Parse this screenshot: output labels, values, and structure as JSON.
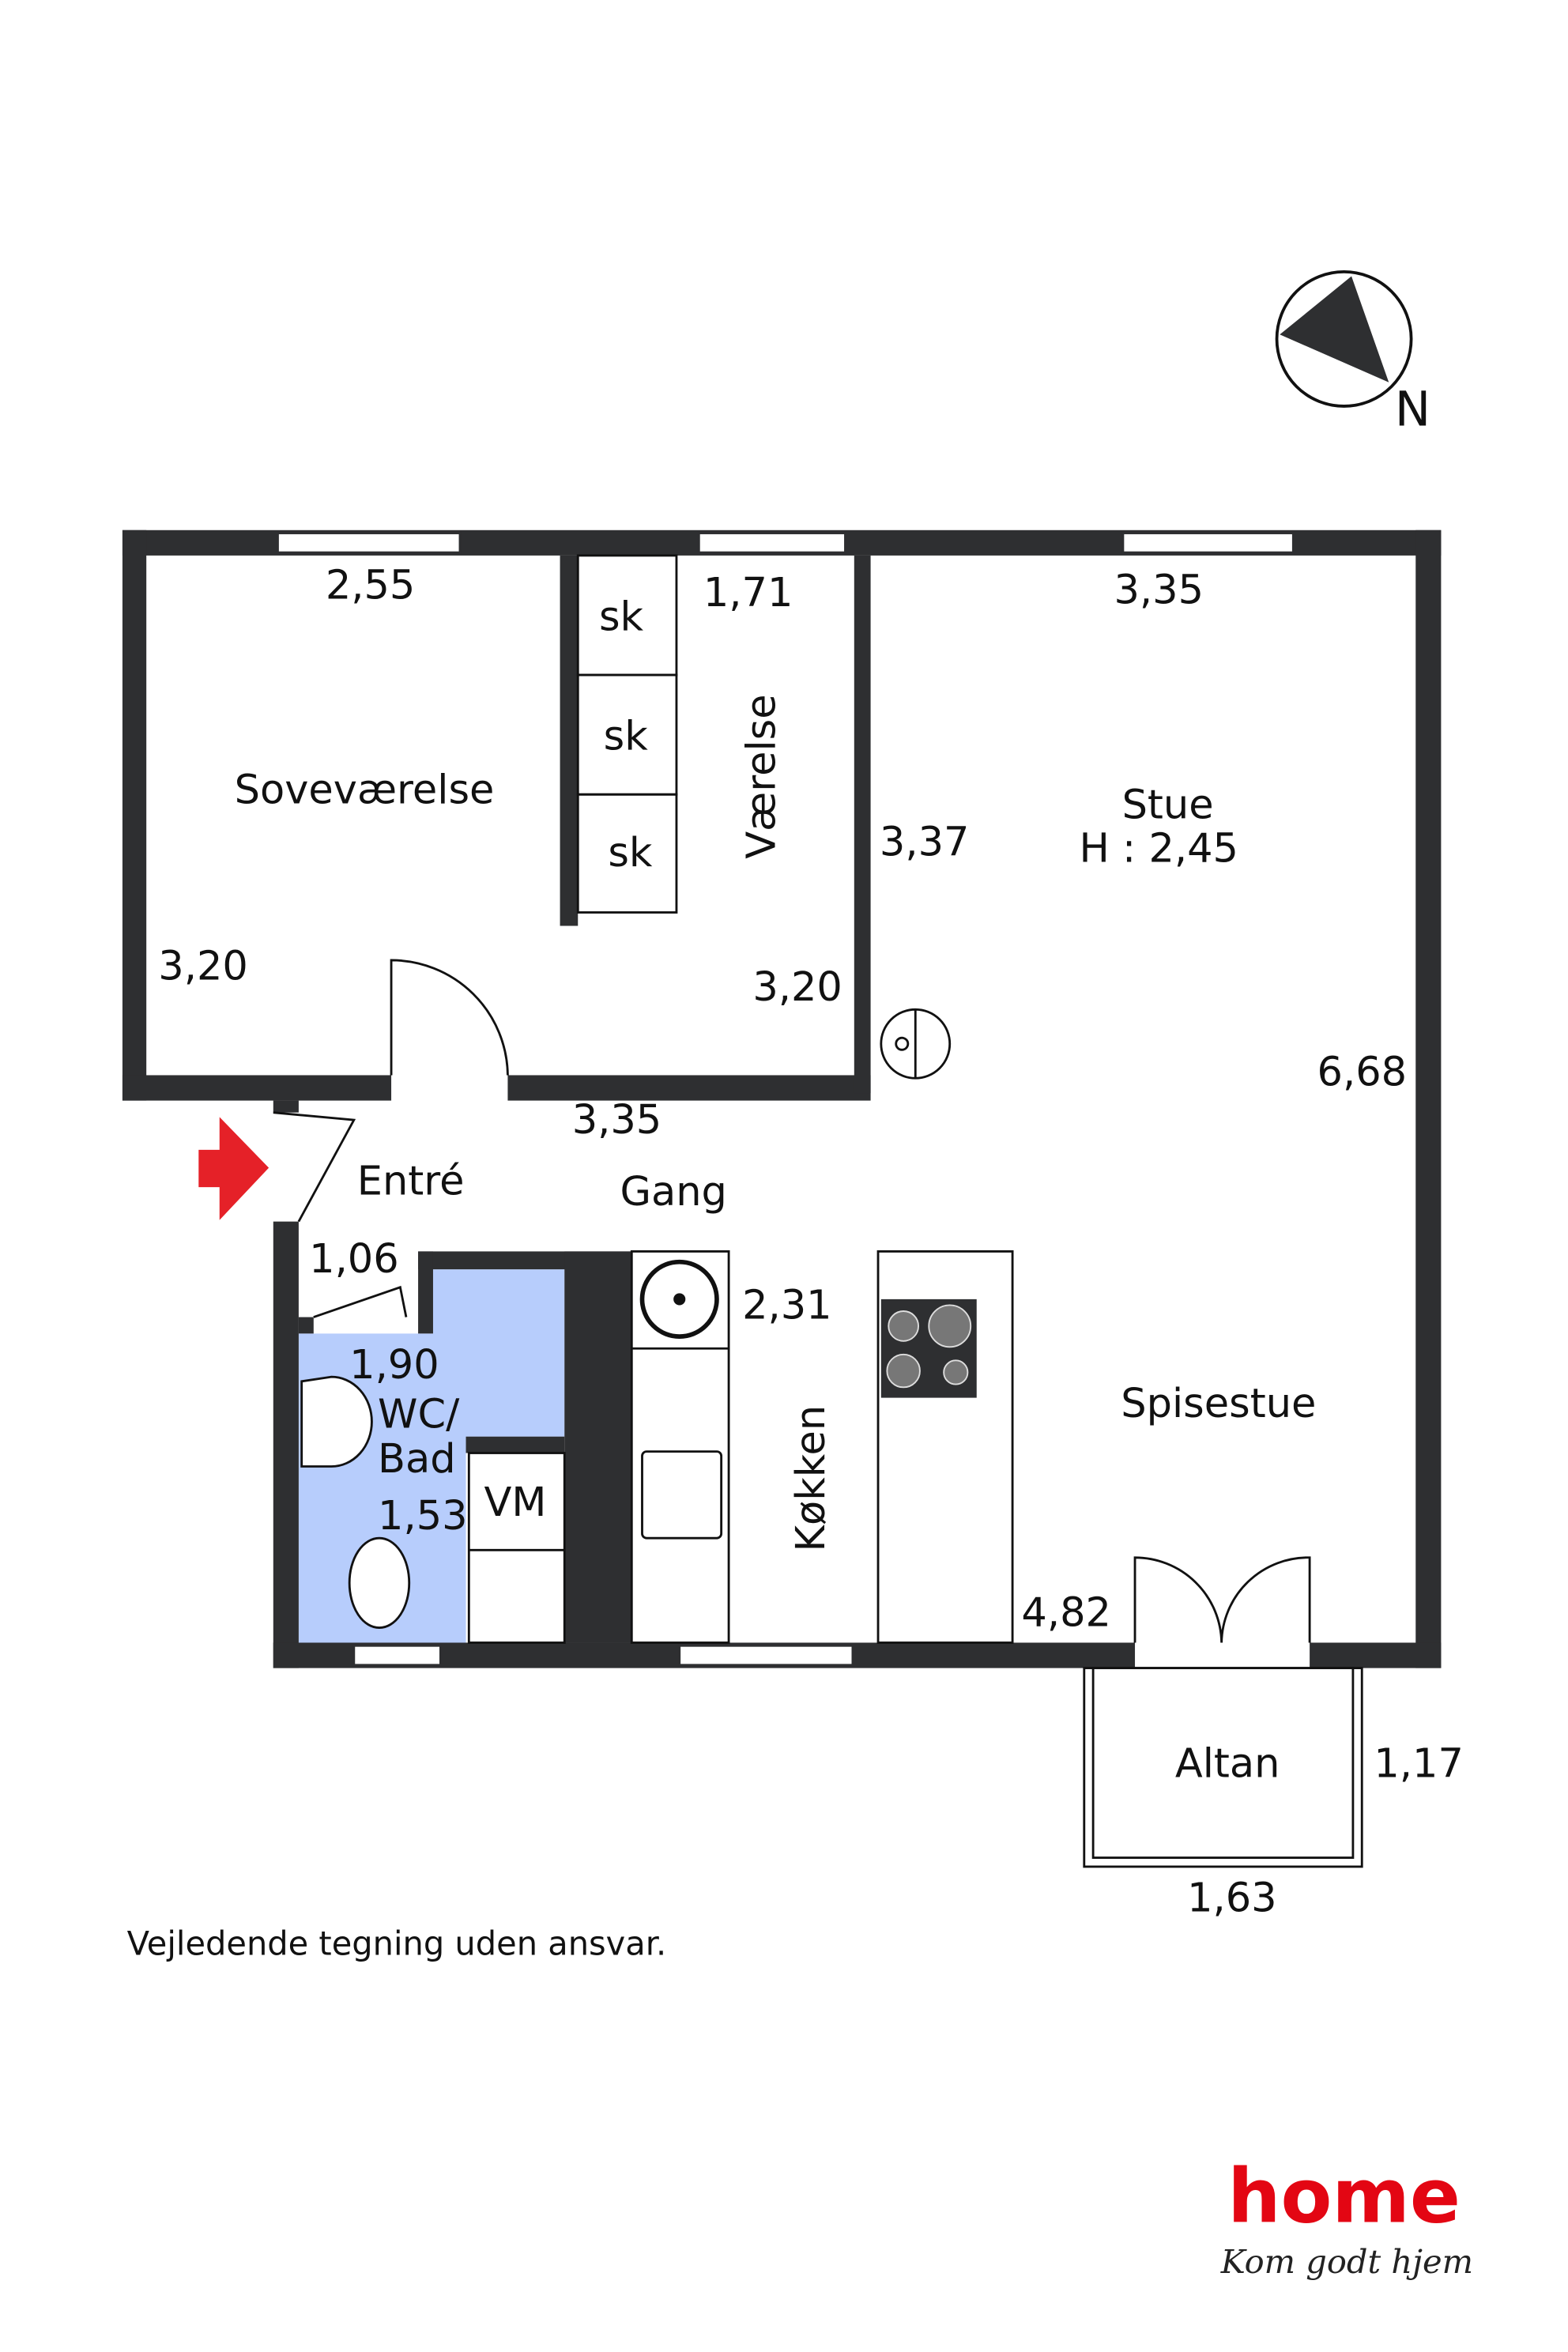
{
  "rooms": {
    "bedroom": "Soveværelse",
    "room": "Værelse",
    "living": "Stue",
    "living_height": "H : 2,45",
    "entry": "Entré",
    "hall": "Gang",
    "bath_line1": "WC/",
    "bath_line2": "Bad",
    "kitchen": "Køkken",
    "dining": "Spisestue",
    "balcony": "Altan",
    "closet1": "sk",
    "closet2": "sk",
    "closet3": "sk",
    "washer": "VM"
  },
  "dimensions": {
    "bedroom_width": "2,55",
    "bedroom_depth": "3,20",
    "room_width": "1,71",
    "room_depth": "3,20",
    "living_width": "3,35",
    "living_left": "3,37",
    "living_depth": "6,68",
    "hall_width": "3,35",
    "entry_width": "1,06",
    "bath_width": "1,90",
    "bath_depth": "1,53",
    "kitchen_depth": "2,31",
    "dining_width": "4,82",
    "balcony_depth": "1,17",
    "balcony_width": "1,63"
  },
  "compass_label": "N",
  "disclaimer": "Vejledende tegning uden ansvar.",
  "logo": {
    "brand": "home",
    "tagline": "Kom godt hjem",
    "color": "#e30613"
  },
  "colors": {
    "wall": "#2e2f31",
    "bathroom": "#b7cdfc",
    "entry_arrow": "#e52128"
  }
}
